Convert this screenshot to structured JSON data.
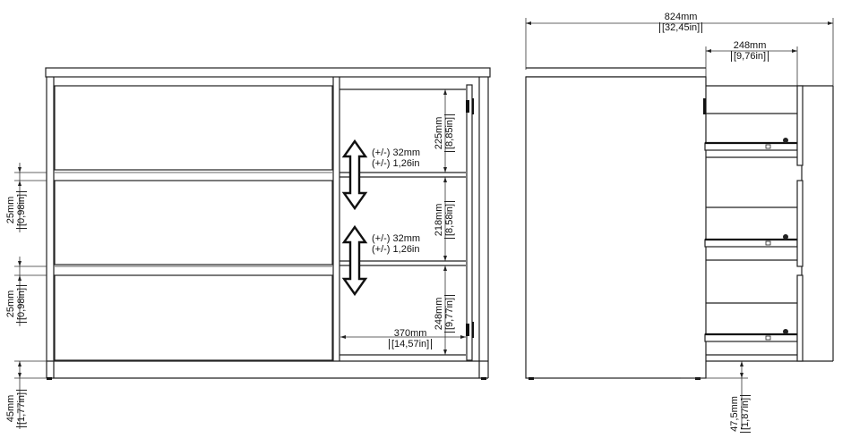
{
  "front_view": {
    "dims": {
      "gap_upper": {
        "mm": "25mm",
        "in": "[0,98in]"
      },
      "gap_lower": {
        "mm": "25mm",
        "in": "[0,98in]"
      },
      "plinth": {
        "mm": "45mm",
        "in": "[1,77in]"
      },
      "shelf_top": {
        "mm": "225mm",
        "in": "[8,85in]"
      },
      "shelf_mid": {
        "mm": "218mm",
        "in": "[8,58in]"
      },
      "shelf_bottom": {
        "mm": "248mm",
        "in": "[9,77in]"
      },
      "inner_width": {
        "mm": "370mm",
        "in": "[14,57in]"
      }
    },
    "shelf_adjust": [
      {
        "mm": "(+/-) 32mm",
        "in": "(+/-) 1,26in"
      },
      {
        "mm": "(+/-) 32mm",
        "in": "(+/-) 1,26in"
      }
    ],
    "drawers": 3,
    "shelves": 3
  },
  "side_view": {
    "dims": {
      "total_depth": {
        "mm": "824mm",
        "in": "[32,45in]"
      },
      "drawer_extension": {
        "mm": "248mm",
        "in": "[9,76in]"
      },
      "foot_height": {
        "mm": "47,5mm",
        "in": "[1,87in]"
      }
    },
    "drawers_open": 3
  },
  "colors": {
    "line": "#222222",
    "background": "#ffffff"
  }
}
